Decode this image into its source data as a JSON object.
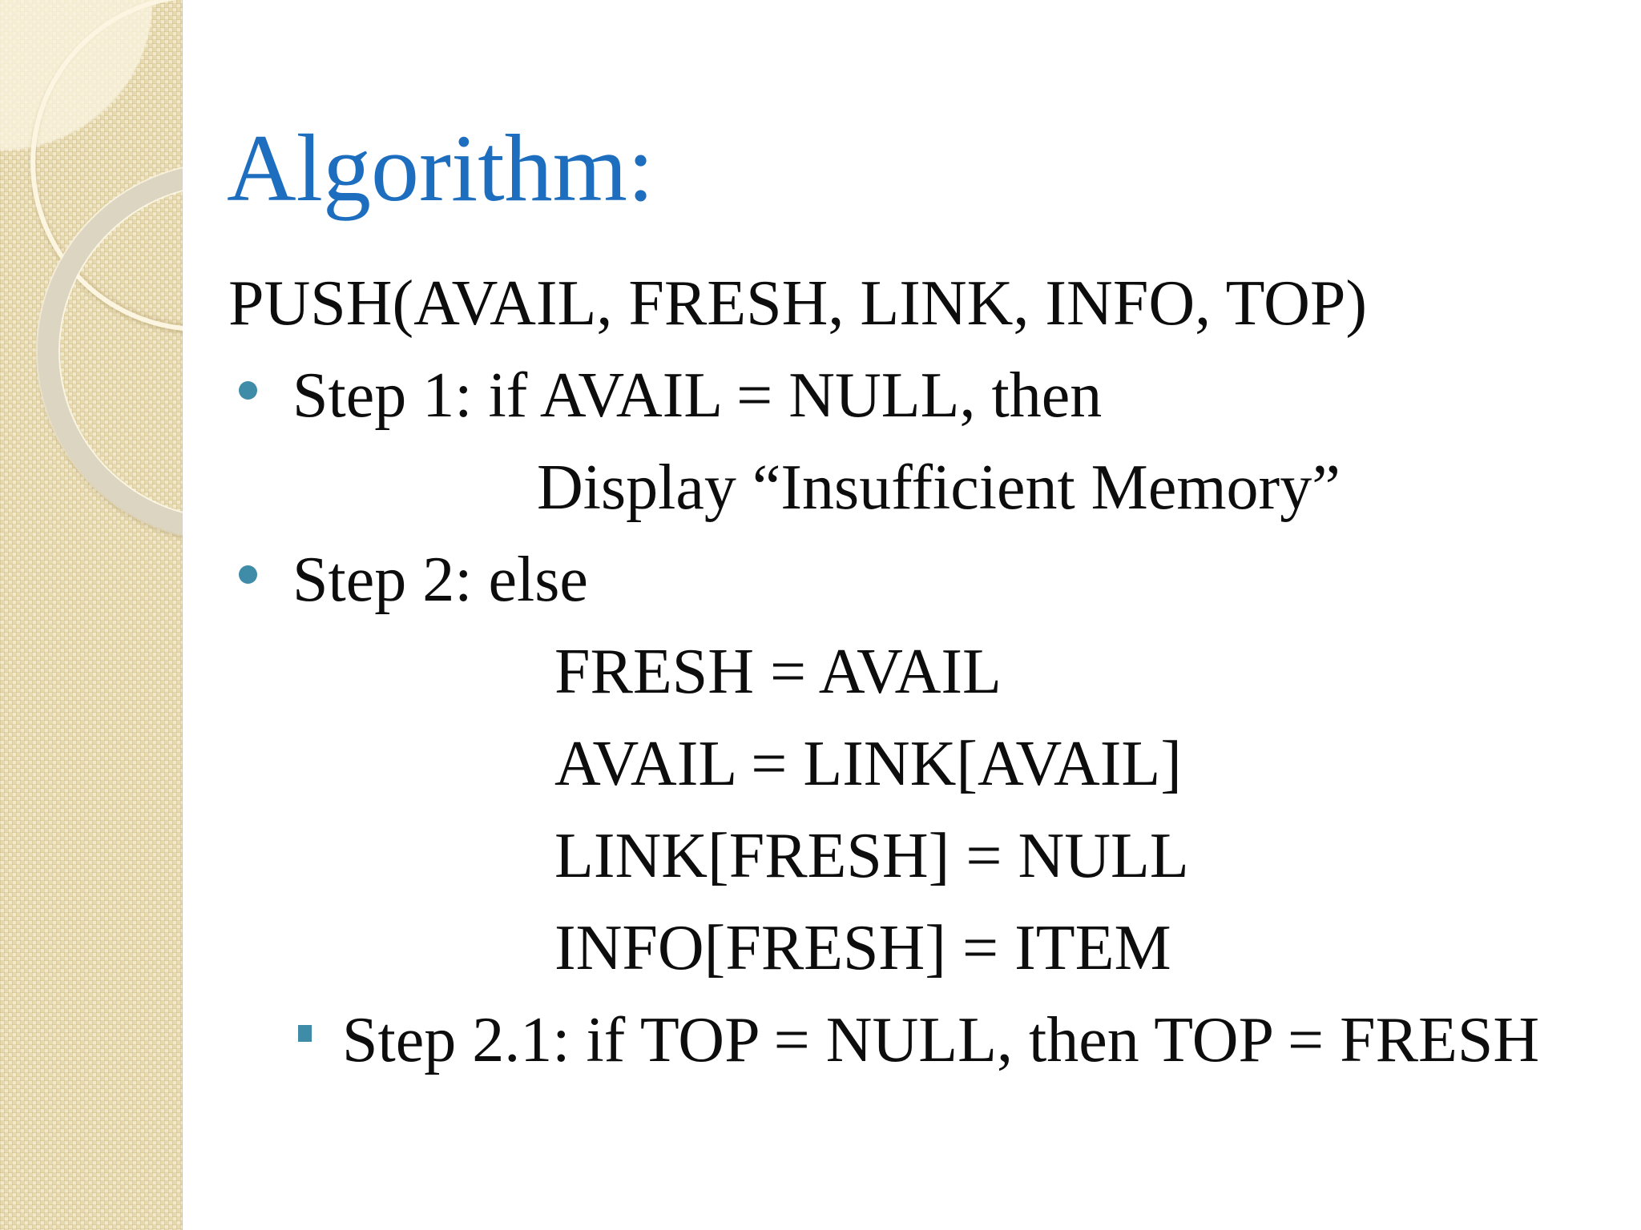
{
  "slide": {
    "title": "Algorithm:",
    "colors": {
      "title": "#1E6EBF",
      "body_text": "#0D0D0D",
      "bullet": "#3E8CA8",
      "sidebar_base": "#EBDDB2",
      "background": "#FFFFFF"
    },
    "lines": [
      {
        "type": "plain",
        "text": "PUSH(AVAIL, FRESH, LINK, INFO, TOP)"
      },
      {
        "type": "bullet-round",
        "text": "Step 1: if AVAIL = NULL, then"
      },
      {
        "type": "indent-display",
        "text": "Display “Insufficient Memory”"
      },
      {
        "type": "bullet-round",
        "text": "Step 2: else"
      },
      {
        "type": "indent-code",
        "text": "FRESH = AVAIL"
      },
      {
        "type": "indent-code",
        "text": "AVAIL = LINK[AVAIL]"
      },
      {
        "type": "indent-code",
        "text": "LINK[FRESH] = NULL"
      },
      {
        "type": "indent-code",
        "text": "INFO[FRESH] = ITEM"
      },
      {
        "type": "bullet-square",
        "text": "Step 2.1: if TOP = NULL, then TOP = FRESH"
      }
    ]
  }
}
